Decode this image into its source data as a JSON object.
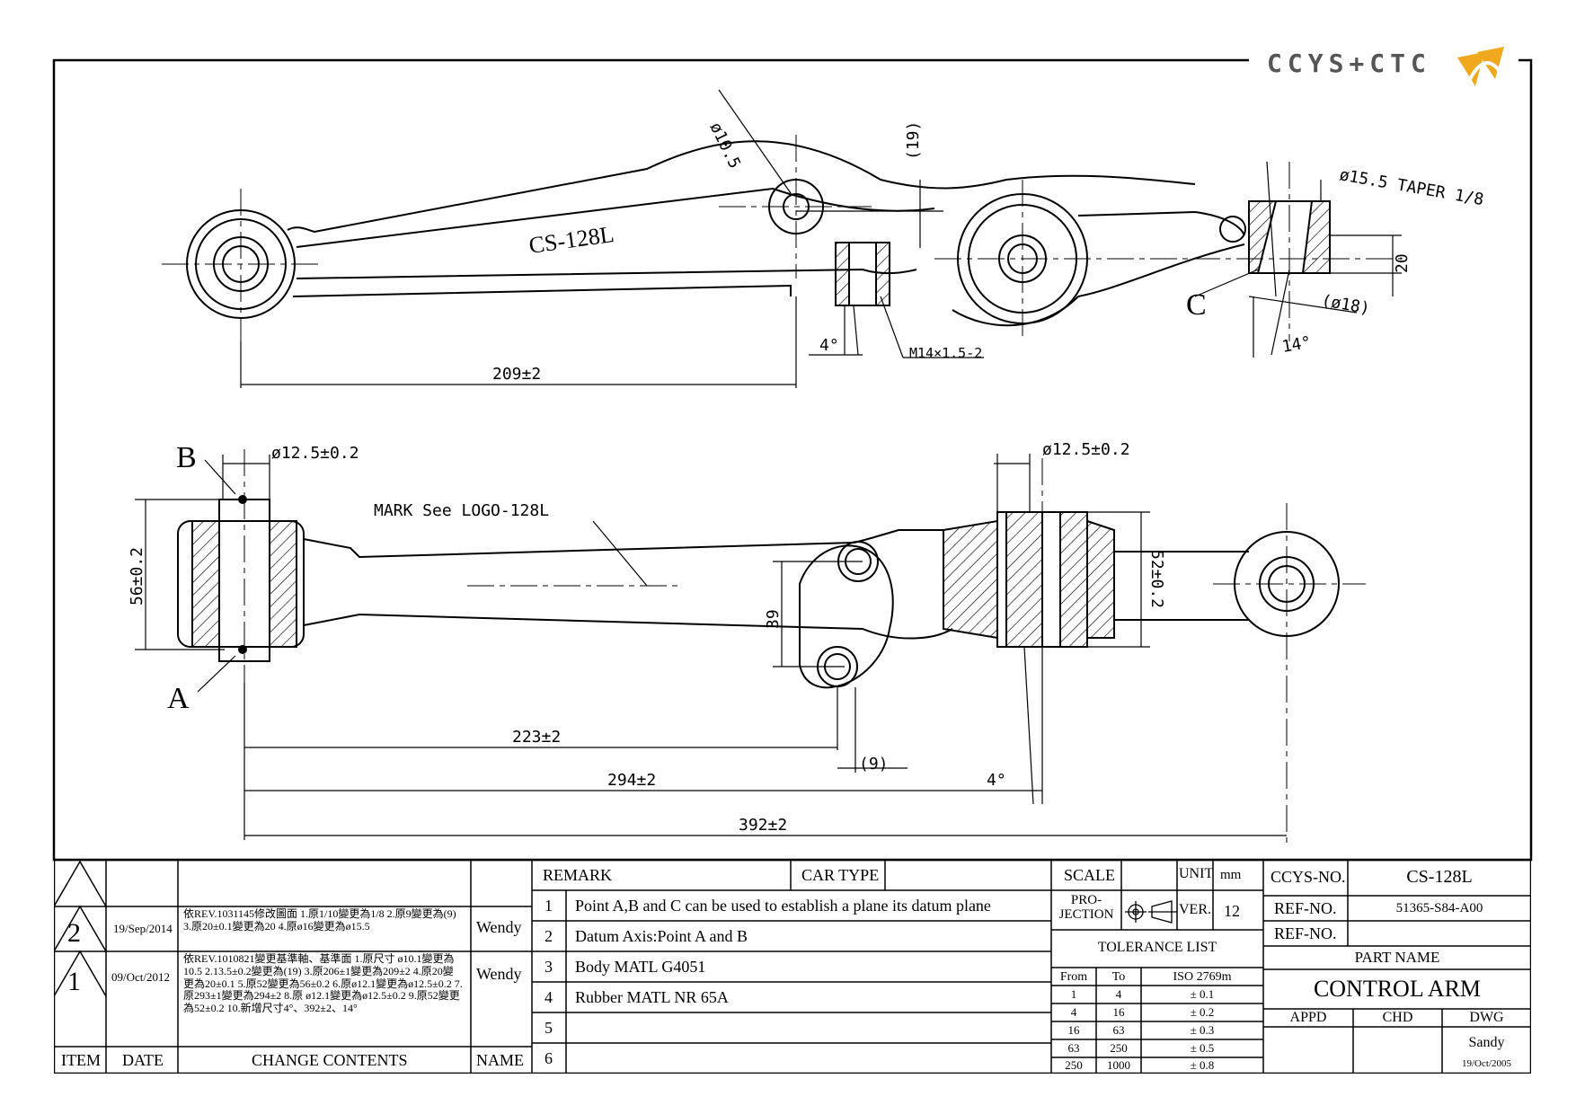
{
  "logo": {
    "text": "CCYS+CTC"
  },
  "part_label": "CS-128L",
  "views": {
    "top": {
      "dims": {
        "bore": "ø10.5",
        "height19": "(19)",
        "taper": "ø15.5 TAPER 1/8",
        "len20": "20",
        "dia18": "(ø18)",
        "angle14": "14°",
        "angle4": "4°",
        "thread": "M14×1.5-2",
        "len209": "209±2"
      },
      "point_c": "C"
    },
    "side": {
      "point_a": "A",
      "point_b": "B",
      "mark_note": "MARK See LOGO-128L",
      "dims": {
        "dia_left": "ø12.5±0.2",
        "dia_right": "ø12.5±0.2",
        "h56": "56±0.2",
        "h52": "52±0.2",
        "h39": "39",
        "len223": "223±2",
        "len9": "(9)",
        "len294": "294±2",
        "angle4": "4°",
        "len392": "392±2"
      }
    }
  },
  "title_block": {
    "revisions": [
      {
        "item": "2",
        "date": "19/Sep/2014",
        "contents": "依REV.1031145修改圖面 1.原1/10變更為1/8 2.原9變更為(9) 3.原20±0.1變更為20 4.原ø16變更為ø15.5",
        "name": "Wendy"
      },
      {
        "item": "1",
        "date": "09/Oct/2012",
        "contents": "依REV.1010821變更基準軸、基準面 1.原尺寸 ø10.1變更為10.5 2.13.5±0.2變更為(19) 3.原206±1變更為209±2 4.原20變更為20±0.1 5.原52變更為56±0.2 6.原ø12.1變更為ø12.5±0.2 7.原293±1變更為294±2 8.原 ø12.1變更為ø12.5±0.2 9.原52變更為52±0.2 10.新增尺寸4°、392±2、14°",
        "name": "Wendy"
      }
    ],
    "headers": {
      "item": "ITEM",
      "date": "DATE",
      "change": "CHANGE CONTENTS",
      "name": "NAME"
    },
    "remark": {
      "header": "REMARK",
      "car_type": "CAR TYPE",
      "rows": [
        {
          "n": "1",
          "text": "Point A,B and C can be used to establish a plane its datum plane"
        },
        {
          "n": "2",
          "text": "Datum Axis:Point A and B"
        },
        {
          "n": "3",
          "text": "Body MATL G4051"
        },
        {
          "n": "4",
          "text": "Rubber MATL NR 65A"
        },
        {
          "n": "5",
          "text": ""
        },
        {
          "n": "6",
          "text": ""
        }
      ]
    },
    "scale_label": "SCALE",
    "unit_label": "UNIT",
    "unit_value": "mm",
    "projection_label": "PRO-\nJECTION",
    "ver_label": "VER.",
    "ver_value": "12",
    "tolerance": {
      "title": "TOLERANCE LIST",
      "headers": [
        "From",
        "To",
        "ISO 2769m"
      ],
      "rows": [
        [
          "1",
          "4",
          "± 0.1"
        ],
        [
          "4",
          "16",
          "± 0.2"
        ],
        [
          "16",
          "63",
          "± 0.3"
        ],
        [
          "63",
          "250",
          "± 0.5"
        ],
        [
          "250",
          "1000",
          "± 0.8"
        ]
      ]
    },
    "ccys_no_label": "CCYS-NO.",
    "ccys_no": "CS-128L",
    "ref_no_label": "REF-NO.",
    "ref_no": "51365-S84-A00",
    "ref_no2_label": "REF-NO.",
    "ref_no2": "",
    "part_name_label": "PART NAME",
    "part_name": "CONTROL ARM",
    "appd": "APPD",
    "chd": "CHD",
    "dwg": "DWG",
    "drawn_by": "Sandy",
    "drawn_date": "19/Oct/2005"
  }
}
